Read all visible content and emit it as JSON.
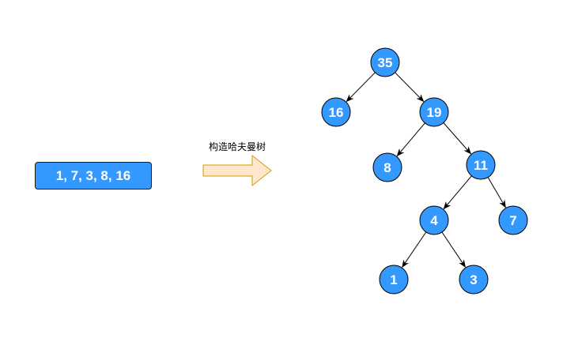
{
  "input_values_text": "1, 7, 3, 8, 16",
  "arrow_label": "构造哈夫曼树",
  "colors": {
    "node_fill": "#3399ff",
    "node_stroke": "#000000",
    "arrow_fill": "#ffe6cc",
    "arrow_stroke": "#d79b00"
  },
  "tree": {
    "nodes": [
      {
        "id": "n35",
        "label": "35"
      },
      {
        "id": "n16",
        "label": "16"
      },
      {
        "id": "n19",
        "label": "19"
      },
      {
        "id": "n8",
        "label": "8"
      },
      {
        "id": "n11",
        "label": "11"
      },
      {
        "id": "n4",
        "label": "4"
      },
      {
        "id": "n7",
        "label": "7"
      },
      {
        "id": "n1",
        "label": "1"
      },
      {
        "id": "n3",
        "label": "3"
      }
    ],
    "edges": [
      {
        "from": "n35",
        "to": "n16"
      },
      {
        "from": "n35",
        "to": "n19"
      },
      {
        "from": "n19",
        "to": "n8"
      },
      {
        "from": "n19",
        "to": "n11"
      },
      {
        "from": "n11",
        "to": "n4"
      },
      {
        "from": "n11",
        "to": "n7"
      },
      {
        "from": "n4",
        "to": "n1"
      },
      {
        "from": "n4",
        "to": "n3"
      }
    ]
  }
}
